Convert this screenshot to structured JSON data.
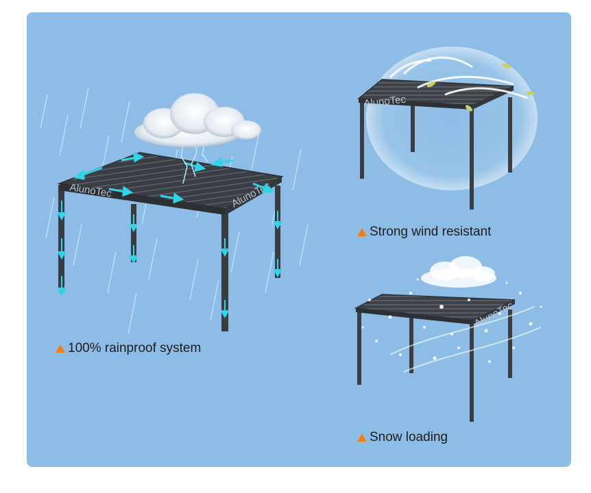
{
  "features": [
    {
      "caption": "100% rainproof system",
      "icon": "warning-triangle-icon"
    },
    {
      "caption": "Strong wind resistant",
      "icon": "warning-triangle-icon"
    },
    {
      "caption": "Snow loading",
      "icon": "warning-triangle-icon"
    }
  ],
  "brand": "AlunoTec",
  "colors": {
    "panel_background": "#8dbde6",
    "frame": "#3a3d42",
    "flow_arrows": "#2fd4e8",
    "triangle": "#f07f1a"
  }
}
